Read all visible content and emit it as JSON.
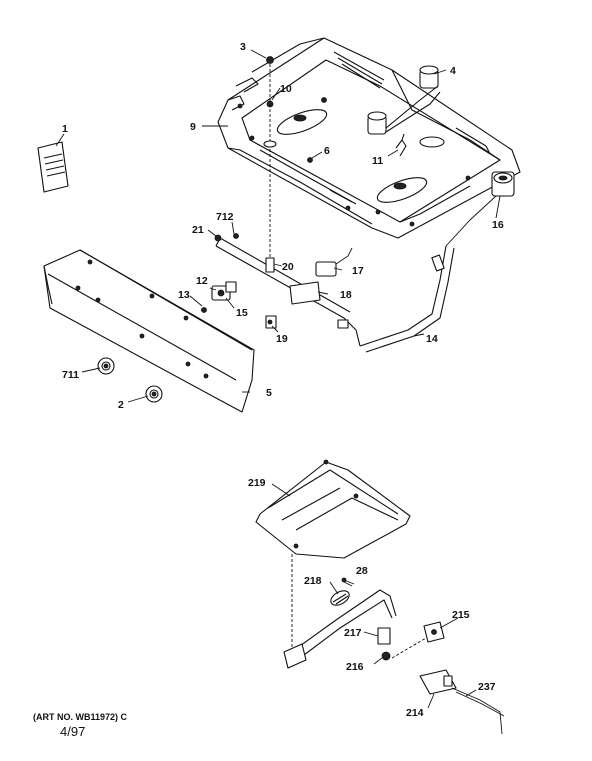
{
  "labels": {
    "p1": "1",
    "p2": "2",
    "p3": "3",
    "p4": "4",
    "p5": "5",
    "p6": "6",
    "p9": "9",
    "p10": "10",
    "p11": "11",
    "p12": "12",
    "p13": "13",
    "p14": "14",
    "p15": "15",
    "p16": "16",
    "p17": "17",
    "p18": "18",
    "p19": "19",
    "p20": "20",
    "p21": "21",
    "p28": "28",
    "p711": "711",
    "p712": "712",
    "p214": "214",
    "p215": "215",
    "p216": "216",
    "p217": "217",
    "p218": "218",
    "p219": "219",
    "p237": "237"
  },
  "footer": {
    "art_no": "(ART NO. WB11972) C",
    "date": "4/97"
  }
}
